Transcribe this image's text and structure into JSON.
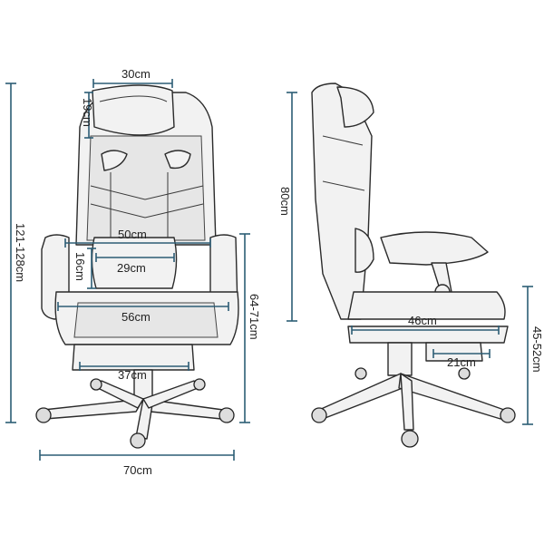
{
  "dimensions": {
    "headrest_width": "30cm",
    "headrest_height": "19cm",
    "total_height": "121-128cm",
    "lumbar_width": "50cm",
    "lumbar_height": "16cm",
    "lumbar_inner_width": "29cm",
    "seat_width": "56cm",
    "armrest_height": "64-71cm",
    "footrest_width": "37cm",
    "base_width": "70cm",
    "backrest_height": "80cm",
    "seat_depth": "46cm",
    "footrest_depth": "21cm",
    "seat_height": "45-52cm"
  }
}
